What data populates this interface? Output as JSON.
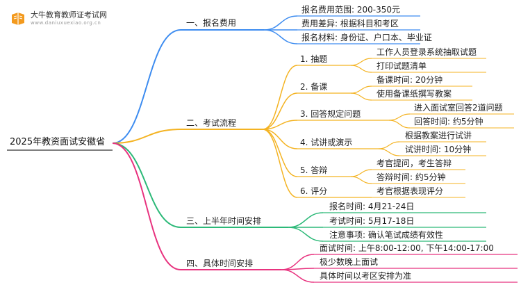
{
  "brand": {
    "title": "大牛教育教师证考试网",
    "url": "www.daniuxuexiao.org.cn"
  },
  "colors": {
    "fee": "#3d8cf0",
    "process": "#f4b322",
    "half_year": "#2cb978",
    "schedule": "#e8337f"
  },
  "mindmap": {
    "root": "2025年教资面试安徽省",
    "branches": [
      {
        "label": "一、报名费用",
        "items": [
          "报名费用范围: 200-350元",
          "费用差异: 根据科目和考区",
          "报名材料: 身份证、户口本、毕业证"
        ]
      },
      {
        "label": "二、考试流程",
        "steps": [
          {
            "label": "1. 抽题",
            "items": [
              "工作人员登录系统抽取试题",
              "打印试题清单"
            ]
          },
          {
            "label": "2. 备课",
            "items": [
              "备课时间: 20分钟",
              "使用备课纸撰写教案"
            ]
          },
          {
            "label": "3. 回答规定问题",
            "items": [
              "进入面试室回答2道问题",
              "回答时间: 约5分钟"
            ]
          },
          {
            "label": "4. 试讲或演示",
            "items": [
              "根据教案进行试讲",
              "试讲时间: 10分钟"
            ]
          },
          {
            "label": "5. 答辩",
            "items": [
              "考官提问，考生答辩",
              "答辩时间: 约5分钟"
            ]
          },
          {
            "label": "6. 评分",
            "items": [
              "考官根据表现评分"
            ]
          }
        ]
      },
      {
        "label": "三、上半年时间安排",
        "items": [
          "报名时间: 4月21-24日",
          "考试时间: 5月17-18日",
          "注意事项: 确认笔试成绩有效性"
        ]
      },
      {
        "label": "四、具体时间安排",
        "items": [
          "面试时间: 上午8:00-12:00, 下午14:00-17:00",
          "极少数晚上面试",
          "具体时间以考区安排为准"
        ]
      }
    ]
  }
}
